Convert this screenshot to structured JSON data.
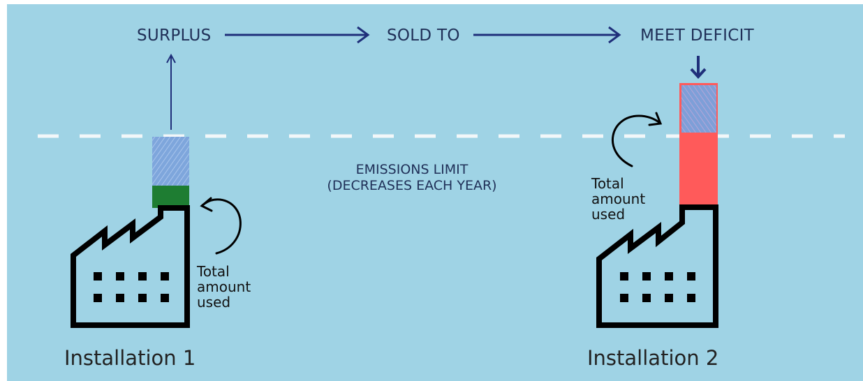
{
  "flow": {
    "step1": "SURPLUS",
    "step2": "SOLD TO",
    "step3": "MEET DEFICIT"
  },
  "limit": {
    "line1": "EMISSIONS LIMIT",
    "line2": "(DECREASES EACH YEAR)"
  },
  "installation1": {
    "note_line1": "Total",
    "note_line2": "amount",
    "note_line3": "used",
    "name": "Installation 1"
  },
  "installation2": {
    "note_line1": "Total",
    "note_line2": "amount",
    "note_line3": "used",
    "name": "Installation 2"
  },
  "colors": {
    "background": "#9fd3e5",
    "arrow": "#1f2f7a",
    "surplus_blue": "#7ea6dc",
    "used_green": "#1e7d32",
    "deficit_red": "#ff5a5a",
    "limit_line": "#f2f7f9",
    "factory": "#000000"
  }
}
